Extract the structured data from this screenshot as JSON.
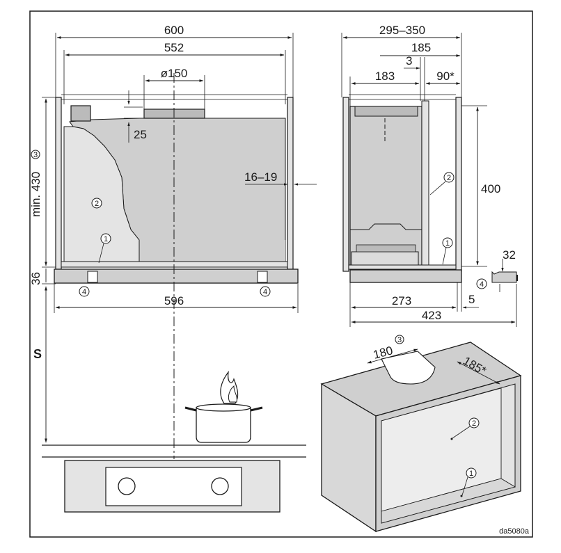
{
  "dimensions": {
    "width_600": "600",
    "width_552": "552",
    "duct_150": "ø150",
    "gap_25": "25",
    "range_16_19": "16–19",
    "min_430": "min. 430",
    "h_36": "36",
    "width_596": "596",
    "distance_s": "S",
    "depth_295_350": "295–350",
    "depth_185": "185",
    "gap_3": "3",
    "depth_183": "183",
    "angle_90": "90*",
    "height_400": "400",
    "h_32": "32",
    "depth_273": "273",
    "gap_5": "5",
    "depth_423": "423",
    "cut_180": "180",
    "cut_185": "185*"
  },
  "callouts": {
    "c1": "1",
    "c2": "2",
    "c3": "3",
    "c4": "4"
  },
  "drawing_code": "da5080a",
  "colors": {
    "fill_gray": "#cfcfcf",
    "fill_light": "#e4e4e4",
    "stroke": "#1a1a1a"
  }
}
